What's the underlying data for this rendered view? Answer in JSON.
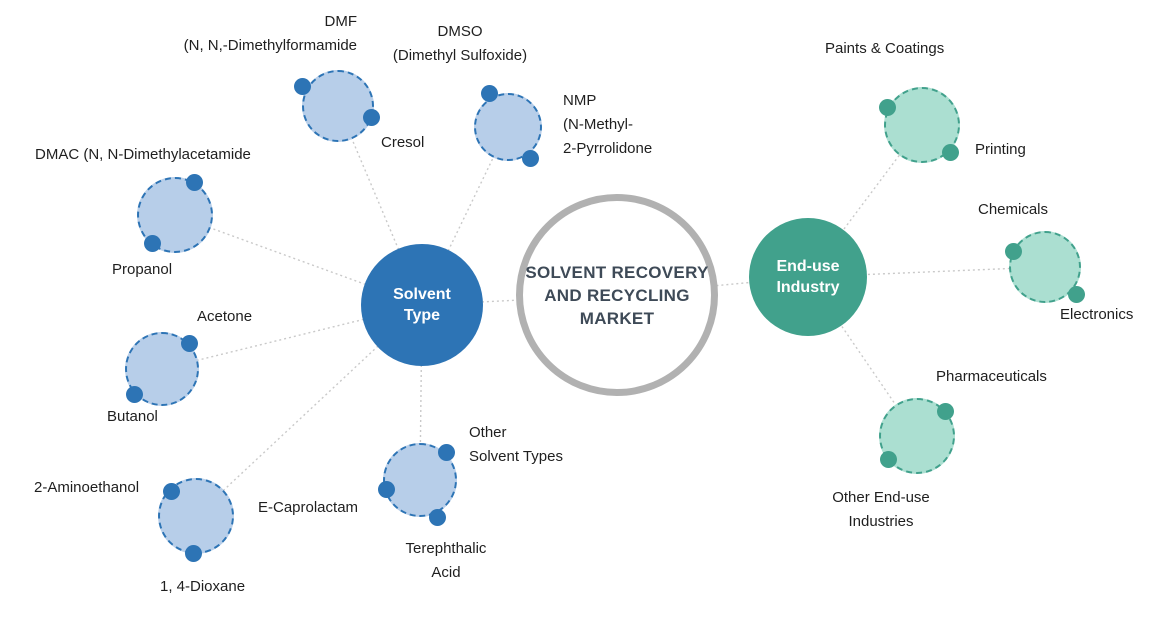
{
  "title": {
    "text": "SOLVENT RECOVERY\nAND RECYCLING\nMARKET"
  },
  "hubs": {
    "solvent": "Solvent\nType",
    "end_use": "End-use\nIndustry"
  },
  "solvents": {
    "dmf": "DMF\n(N, N,-Dimethylformamide",
    "cresol": "Cresol",
    "dmso": "DMSO\n(Dimethyl Sulfoxide)",
    "nmp": "NMP\n(N-Methyl-\n2-Pyrrolidone",
    "dmac": "DMAC (N, N-Dimethylacetamide",
    "propanol": "Propanol",
    "acetone": "Acetone",
    "butanol": "Butanol",
    "aminoethanol": "2-Aminoethanol",
    "dioxane": "1, 4-Dioxane",
    "caprolactam": "E-Caprolactam",
    "other": "Other\nSolvent Types",
    "terephthalic": "Terephthalic\nAcid"
  },
  "industries": {
    "paints": "Paints & Coatings",
    "printing": "Printing",
    "chemicals": "Chemicals",
    "electronics": "Electronics",
    "pharma": "Pharmaceuticals",
    "other": "Other End-use\nIndustries"
  },
  "colors": {
    "hub_blue": "#2D74B5",
    "satellite_blue": "#B7CEE9",
    "hub_teal": "#41A18C",
    "satellite_teal": "#ABDFD1",
    "center_ring_gray": "#B1B1B1",
    "center_text": "#3E4A57",
    "connector_gray": "#C9C9C9",
    "label_text": "#1F1F1F"
  }
}
